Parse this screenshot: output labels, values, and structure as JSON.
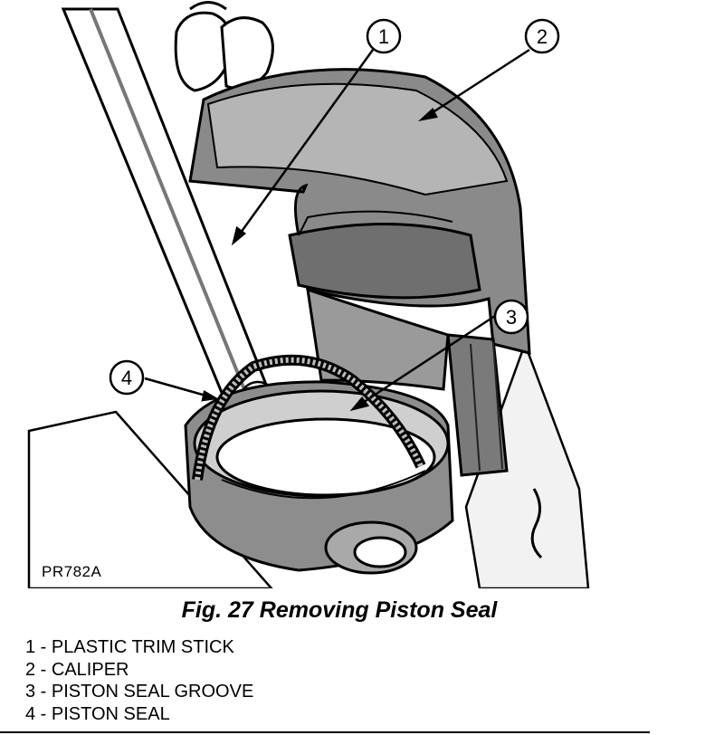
{
  "figure": {
    "illustration_code": "PR782A",
    "caption": "Fig. 27 Removing Piston Seal"
  },
  "callouts": [
    {
      "number": "1",
      "label": "PLASTIC TRIM STICK"
    },
    {
      "number": "2",
      "label": "CALIPER"
    },
    {
      "number": "3",
      "label": "PISTON SEAL GROOVE"
    },
    {
      "number": "4",
      "label": "PISTON SEAL"
    }
  ],
  "legend": [
    "1 - PLASTIC TRIM STICK",
    "2 - CALIPER",
    "3 - PISTON SEAL GROOVE",
    "4 - PISTON SEAL"
  ]
}
